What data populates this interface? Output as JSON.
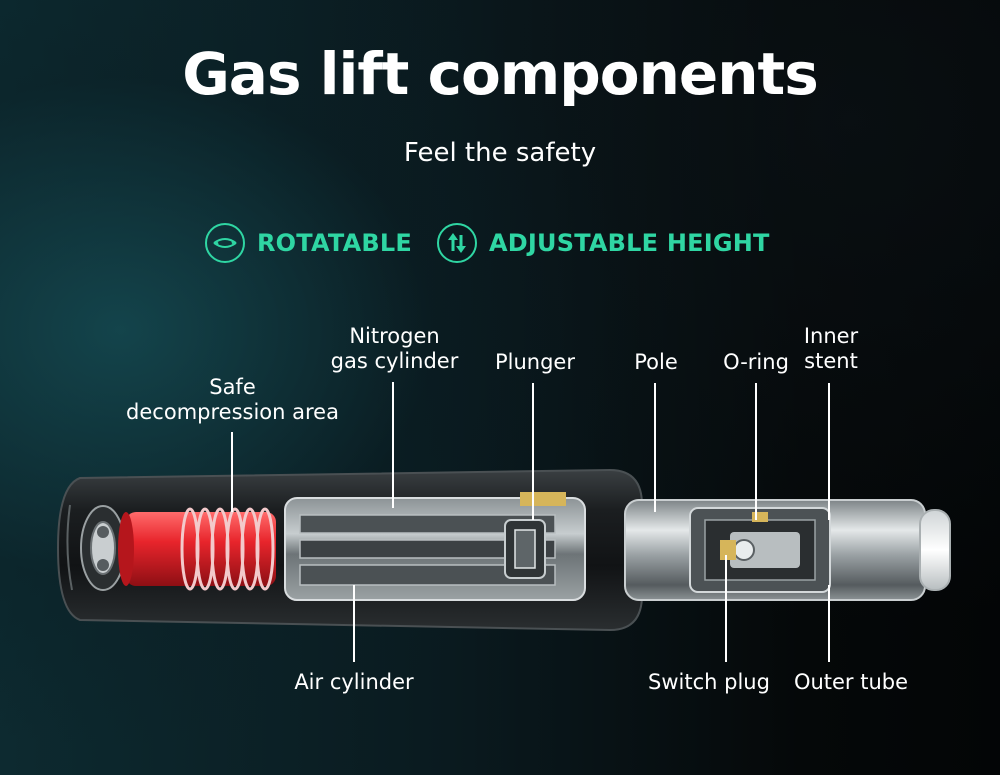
{
  "heading": {
    "title": "Gas lift components",
    "subtitle": "Feel the safety"
  },
  "features": [
    {
      "label": "ROTATABLE",
      "icon": "rotate-arrows-icon"
    },
    {
      "label": "ADJUSTABLE HEIGHT",
      "icon": "up-down-arrows-icon"
    }
  ],
  "callouts": {
    "safe_decompression_area": [
      "Safe",
      "decompression area"
    ],
    "nitrogen_gas_cylinder": [
      "Nitrogen",
      "gas cylinder"
    ],
    "plunger": [
      "Plunger"
    ],
    "pole": [
      "Pole"
    ],
    "o_ring": [
      "O-ring"
    ],
    "inner_stent": [
      "Inner",
      "stent"
    ],
    "air_cylinder": [
      "Air cylinder"
    ],
    "switch_plug": [
      "Switch plug"
    ],
    "outer_tube": [
      "Outer tube"
    ]
  },
  "colors": {
    "accent": "#2fd6a3",
    "text": "#ffffff",
    "spring_red": "#e8252c",
    "leader_line": "#ffffff"
  }
}
